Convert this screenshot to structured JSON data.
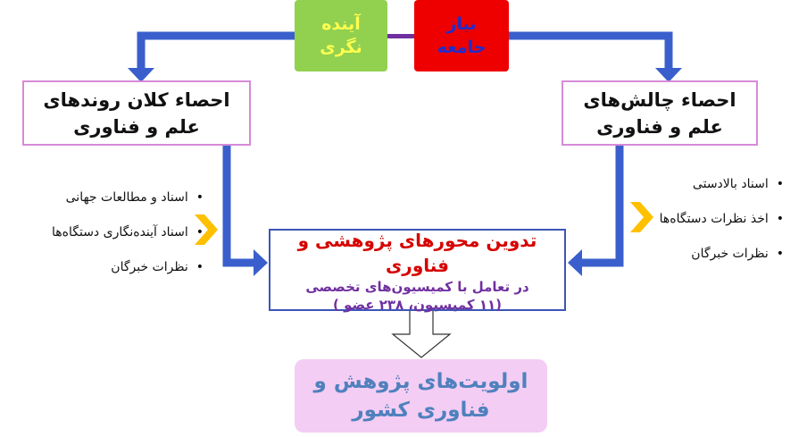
{
  "top": {
    "need": {
      "lines": [
        "نیاز",
        "جامعه"
      ],
      "color": "#ee0000"
    },
    "foresight": {
      "lines": [
        "آینده",
        "نگری"
      ],
      "color": "#92d050"
    }
  },
  "left_box": {
    "lines": [
      "احصاء کلان روندهای",
      "علم و فناوری"
    ]
  },
  "right_box": {
    "lines": [
      "احصاء چالش‌های",
      "علم و فناوری"
    ]
  },
  "left_bullets": [
    "اسناد و مطالعات جهانی",
    "اسناد آینده‌نگاری دستگاه‌ها",
    "نظرات خبرگان"
  ],
  "right_bullets": [
    "اسناد بالادستی",
    "اخذ نظرات دستگاه‌ها",
    "نظرات خبرگان"
  ],
  "center": {
    "title": "تدوین محورهای پژوهشی و فناوری",
    "subtitle1": "در تعامل با کمیسیون‌های تخصصی",
    "subtitle2": "(۱۱ کمیسیون، ۲۳۸ عضو )"
  },
  "output": {
    "lines": [
      "اولویت‌های پژوهش و",
      "فناوری کشور"
    ]
  },
  "colors": {
    "arrow": "#3a5fcd",
    "chevron": "#ffc000",
    "border_pink": "#d78ad8",
    "priority_bg": "#f4cdf4"
  },
  "icons": {
    "bullet_chevron": "chevron-right-icon"
  }
}
